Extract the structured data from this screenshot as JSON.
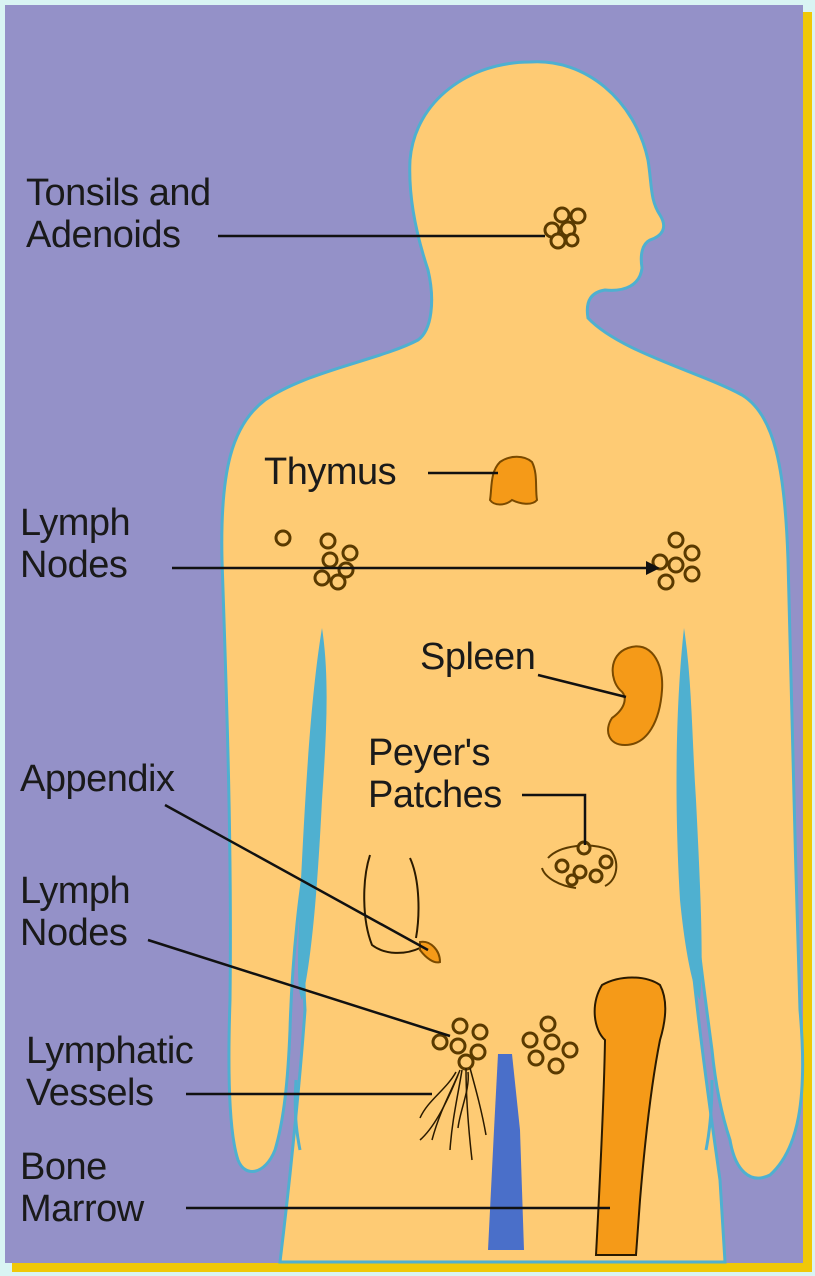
{
  "colors": {
    "background": "#9491c8",
    "frame": "#d9f4f3",
    "shadow": "#f0c808",
    "body_fill": "#fecb74",
    "body_outline": "#4fb0d0",
    "organ": "#f59a18",
    "organ_outline": "#7a4a00",
    "vessel": "#4a6fc9",
    "leader": "#111111"
  },
  "labels": {
    "tonsils": [
      "Tonsils and",
      "Adenoids"
    ],
    "thymus": "Thymus",
    "lymph_nodes_upper": [
      "Lymph",
      "Nodes"
    ],
    "spleen": "Spleen",
    "peyers": [
      "Peyer's",
      "Patches"
    ],
    "appendix": "Appendix",
    "lymph_nodes_lower": [
      "Lymph",
      "Nodes"
    ],
    "lymphatic_vessels": [
      "Lymphatic",
      "Vessels"
    ],
    "bone_marrow": [
      "Bone",
      "Marrow"
    ]
  }
}
